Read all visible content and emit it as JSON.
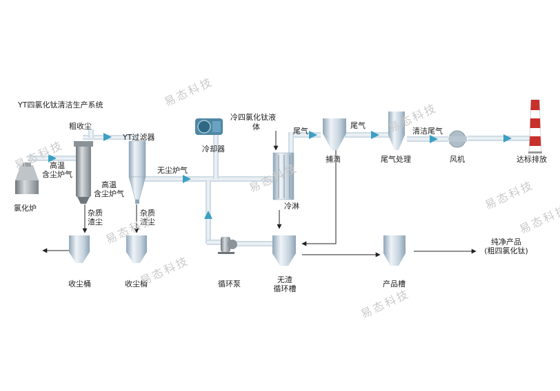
{
  "title": "YT四氯化钛清洁生产系统",
  "labels": {
    "crude_dust": "粗收尘",
    "yt_filter": "YT过滤器",
    "cold_ticl4_line1": "冷四氯化钛液",
    "cold_ticl4_line2": "体",
    "cooler": "冷却器",
    "tail_gas_1": "尾气",
    "tail_gas_2": "尾气",
    "clean_tail_gas": "清洁尾气",
    "hot_dusty_gas_1_l1": "高温",
    "hot_dusty_gas_1_l2": "含尘炉气",
    "hot_dusty_gas_2_l1": "高温",
    "hot_dusty_gas_2_l2": "含尘炉气",
    "dustfree_gas": "无尘炉气",
    "capture": "捕滴",
    "tail_treatment": "尾气处理",
    "fan": "风机",
    "emission": "达标排放",
    "chlorinator": "氯化炉",
    "impurity_1_l1": "杂质",
    "impurity_1_l2": "渣尘",
    "impurity_2_l1": "杂质",
    "impurity_2_l2": "渣尘",
    "spray": "冷淋",
    "pure_product_l1": "纯净产品",
    "pure_product_l2": "(粗四氯化钛)",
    "dust_bin_1": "收尘桶",
    "dust_bin_2": "收尘桶",
    "circ_pump": "循环泵",
    "slagfree_l1": "无渣",
    "slagfree_l2": "循环槽",
    "product_tank": "产品槽"
  },
  "watermark": "易态科技",
  "colors": {
    "pipe": "#e3ecf3",
    "pipe_edge": "#c3d2de",
    "arrow": "#3aa0c2",
    "vessel_light": "#eef3f7",
    "vessel_dark": "#9fb3c3",
    "chimney_red": "#c8302c"
  }
}
